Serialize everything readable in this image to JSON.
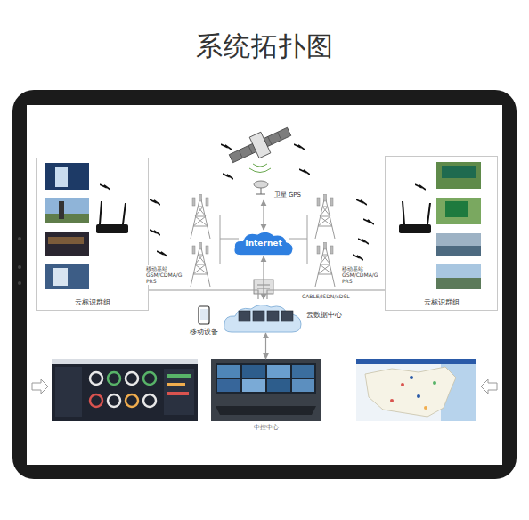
{
  "diagram": {
    "title": "系统拓扑图",
    "nodes": [
      {
        "text": [
          "云标识群组"
        ]
      },
      {
        "text": [
          "云标识群组"
        ]
      },
      {
        "text": [
          "Internet"
        ]
      },
      {
        "text": [
          "云数据中心"
        ]
      },
      {
        "text": [
          "中控中心"
        ]
      },
      {
        "text": [
          "卫星 GPS"
        ]
      },
      {
        "text": [
          "移动设备"
        ]
      }
    ],
    "edges": [
      {
        "from": 5,
        "to": 2,
        "arrow": "both"
      },
      {
        "from": 3,
        "to": 2,
        "arrow": "both"
      },
      {
        "from": 3,
        "to": 4,
        "arrow": "both"
      },
      {
        "from": 0,
        "to": 3,
        "arrow": "none"
      },
      {
        "from": 1,
        "to": 3,
        "arrow": "none"
      }
    ],
    "labels": [
      "移动基站 GSM/CDMA/GPRS",
      "移动基站 GSM/CDMA/GPRS",
      "CABLE/ISDN/xDSL"
    ]
  }
}
